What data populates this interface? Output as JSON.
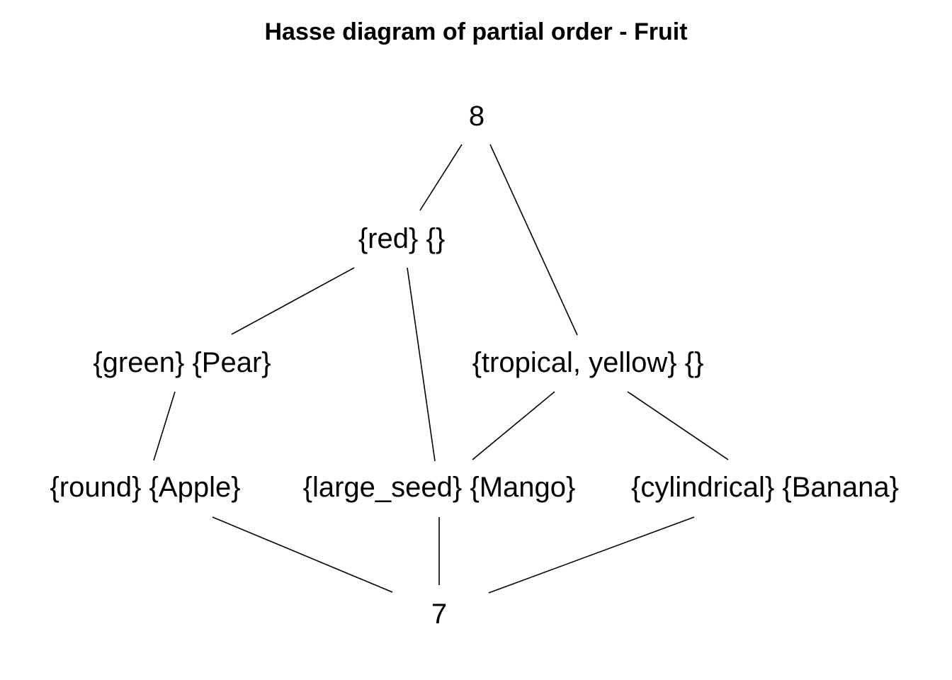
{
  "title": "Hasse diagram of partial order - Fruit",
  "nodes": [
    {
      "id": "top",
      "label": "8"
    },
    {
      "id": "red",
      "label": "{red} {}"
    },
    {
      "id": "green",
      "label": "{green} {Pear}"
    },
    {
      "id": "tropical",
      "label": "{tropical, yellow} {}"
    },
    {
      "id": "round",
      "label": "{round} {Apple}"
    },
    {
      "id": "large_seed",
      "label": "{large_seed} {Mango}"
    },
    {
      "id": "cylindrical",
      "label": "{cylindrical} {Banana}"
    },
    {
      "id": "bottom",
      "label": "7"
    }
  ],
  "edges": [
    {
      "from": "top",
      "to": "red"
    },
    {
      "from": "top",
      "to": "tropical"
    },
    {
      "from": "red",
      "to": "green"
    },
    {
      "from": "red",
      "to": "large_seed"
    },
    {
      "from": "tropical",
      "to": "large_seed"
    },
    {
      "from": "tropical",
      "to": "cylindrical"
    },
    {
      "from": "green",
      "to": "round"
    },
    {
      "from": "round",
      "to": "bottom"
    },
    {
      "from": "large_seed",
      "to": "bottom"
    },
    {
      "from": "cylindrical",
      "to": "bottom"
    }
  ]
}
